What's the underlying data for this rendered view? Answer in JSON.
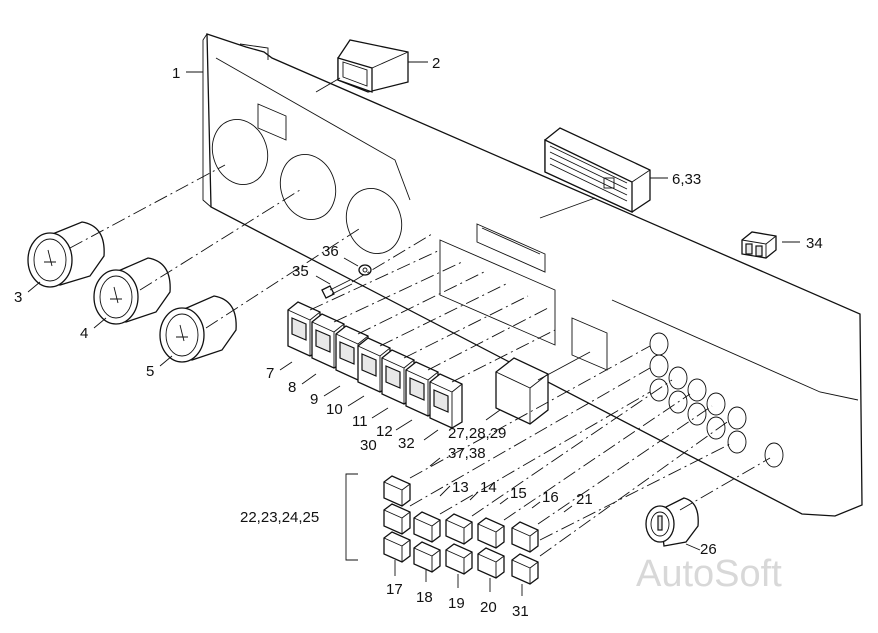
{
  "labels": {
    "l1": "1",
    "l2": "2",
    "l3": "3",
    "l4": "4",
    "l5": "5",
    "l6_33": "6,33",
    "l7": "7",
    "l8": "8",
    "l9": "9",
    "l10": "10",
    "l11": "11",
    "l12": "12",
    "l30": "30",
    "l32": "32",
    "l27_28_29": "27,28,29",
    "l37_38": "37,38",
    "l34": "34",
    "l35": "35",
    "l36": "36",
    "l13": "13",
    "l14": "14",
    "l15": "15",
    "l16": "16",
    "l21": "21",
    "l22_25": "22,23,24,25",
    "l26": "26",
    "l17": "17",
    "l18": "18",
    "l19": "19",
    "l20": "20",
    "l31": "31"
  },
  "watermark": "AutoSoft"
}
